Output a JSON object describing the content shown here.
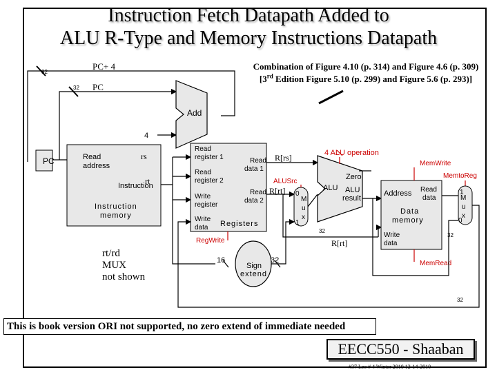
{
  "slide": {
    "title_line1": "Instruction Fetch Datapath Added to",
    "title_line2": "ALU R-Type and Memory Instructions Datapath",
    "callout_line1": "Combination of Figure 4.10 (p. 314) and Figure 4.6 (p. 309)",
    "callout_line2_prefix": "[3",
    "callout_line2_sup": "rd",
    "callout_line2_suffix": " Edition Figure 5.10 (p. 299) and Figure 5.6 (p. 293)]",
    "mux_note": [
      "rt/rd",
      "MUX",
      "not shown"
    ],
    "bottom_note": "This is book version ORI not supported, no zero extend of immediate needed",
    "course": "EECC550 - Shaaban",
    "footer": "#37   Lec # 4   Winter 2010   12-14-2010"
  },
  "labels": {
    "pc": "PC",
    "pc_plus4": "PC+ 4",
    "pc_bus": "PC",
    "w32_a": "32",
    "w32_b": "32",
    "four": "4",
    "add": "Add",
    "read_address_1": "Read",
    "read_address_2": "address",
    "rs": "rs",
    "rt": "rt",
    "instruction": "Instruction",
    "imem_1": "Instruction",
    "imem_2": "memory",
    "rr1_1": "Read",
    "rr1_2": "register 1",
    "rr2_1": "Read",
    "rr2_2": "register 2",
    "wr_1": "Write",
    "wr_2": "register",
    "wd_1": "Write",
    "wd_2": "data",
    "registers": "Registers",
    "rd1_1": "Read",
    "rd1_2": "data 1",
    "rd2_1": "Read",
    "rd2_2": "data 2",
    "r_rs": "R[rs]",
    "r_rt_1": "R[rt]",
    "r_rt_2": "R[rt]",
    "regwrite": "RegWrite",
    "alusrc": "ALUSrc",
    "alu_op": "4  ALU operation",
    "zero": "Zero",
    "alu": "ALU",
    "alu_result_1": "ALU",
    "alu_result_2": "result",
    "mux_m": "M",
    "mux_u": "u",
    "mux_x": "x",
    "mux_0": "0",
    "mux_1": "1",
    "w32_c": "32",
    "w32_d": "32",
    "w32_e": "32",
    "memwrite": "MemWrite",
    "memtoreg": "MemtoReg",
    "memread": "MemRead",
    "address": "Address",
    "dm_read_1": "Read",
    "dm_read_2": "data",
    "dm_write_1": "Write",
    "dm_write_2": "data",
    "dm_1": "Data",
    "dm_2": "memory",
    "mux2_1": "1",
    "mux2_0": "0",
    "sixteen": "16",
    "thirtytwo": "32",
    "sign_1": "Sign",
    "sign_2": "extend"
  },
  "colors": {
    "control": "#cc0000",
    "unit_fill": "#e8e8e8",
    "line": "#000000"
  }
}
